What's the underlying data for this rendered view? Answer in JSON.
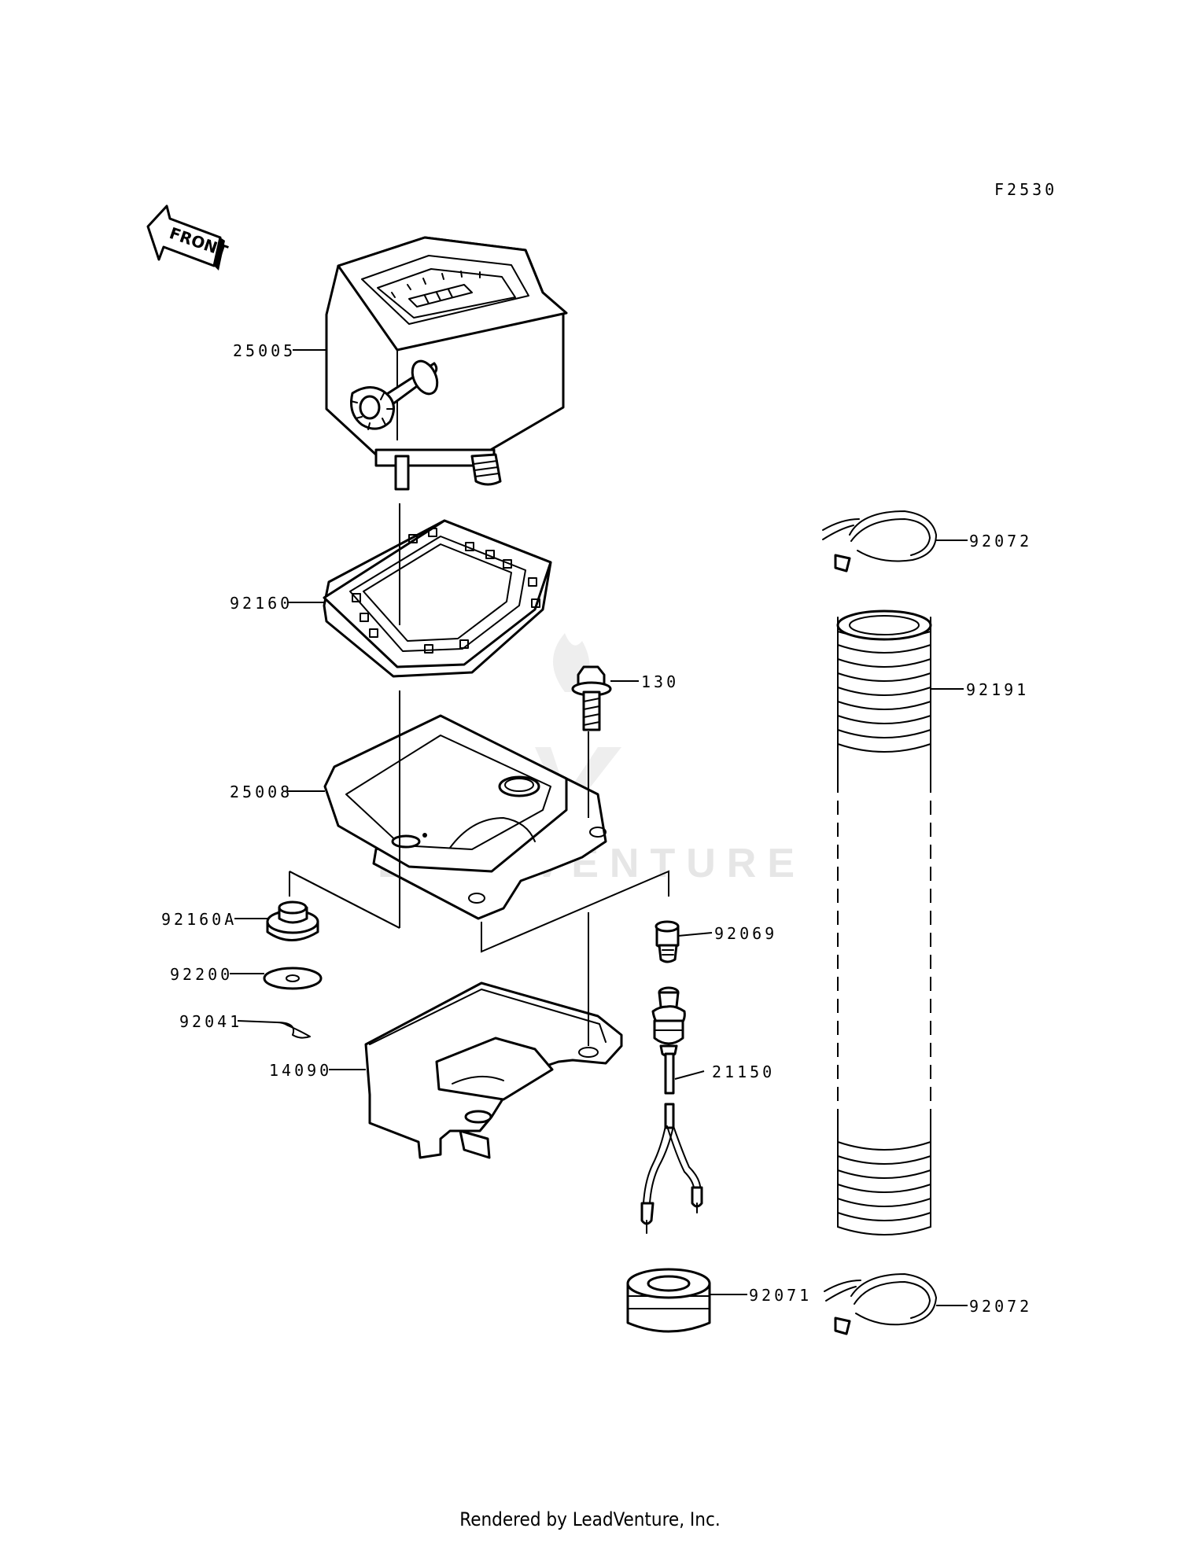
{
  "diagram_code": "F2530",
  "front_label": "FRONT",
  "watermark": "LEADVENTURE",
  "footer": "Rendered by LeadVenture, Inc.",
  "callouts": [
    {
      "id": "25005",
      "label": "25005"
    },
    {
      "id": "92160",
      "label": "92160"
    },
    {
      "id": "130",
      "label": "130"
    },
    {
      "id": "25008",
      "label": "25008"
    },
    {
      "id": "92160A",
      "label": "92160A"
    },
    {
      "id": "92200",
      "label": "92200"
    },
    {
      "id": "92041",
      "label": "92041"
    },
    {
      "id": "14090",
      "label": "14090"
    },
    {
      "id": "92069",
      "label": "92069"
    },
    {
      "id": "21150",
      "label": "21150"
    },
    {
      "id": "92071",
      "label": "92071"
    },
    {
      "id": "92072a",
      "label": "92072"
    },
    {
      "id": "92191",
      "label": "92191"
    },
    {
      "id": "92072b",
      "label": "92072"
    }
  ]
}
